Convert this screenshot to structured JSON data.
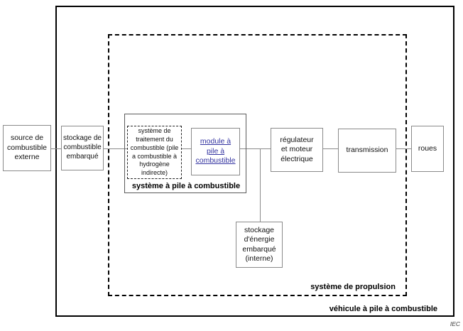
{
  "diagram": {
    "boundary_labels": {
      "vehicle": "véhicule à pile à combustible",
      "propulsion": "système de propulsion",
      "fuel_cell_system": "système à pile à combustible"
    },
    "boxes": {
      "external_fuel_source": "source de\ncombustible\nexterne",
      "onboard_fuel_storage": "stockage de\ncombustible\nembarqué",
      "fuel_processing_system": "système de\ntraitement du\ncombustible (pile\na combustible à\nhydrogène\nindirecte)",
      "fuel_cell_module": "module à\npile à\ncombustible",
      "regulator_and_motor": "régulateur\net moteur\nélectrique",
      "transmission": "transmission",
      "wheels": "roues",
      "onboard_energy_storage": "stockage\nd'énergie\nembarqué\n(interne)"
    },
    "credit": "IEC",
    "colors": {
      "link_blue": "#3333a0",
      "box_border": "#8a8a8a",
      "line": "#8a8a8a",
      "frame_black": "#000000"
    }
  }
}
